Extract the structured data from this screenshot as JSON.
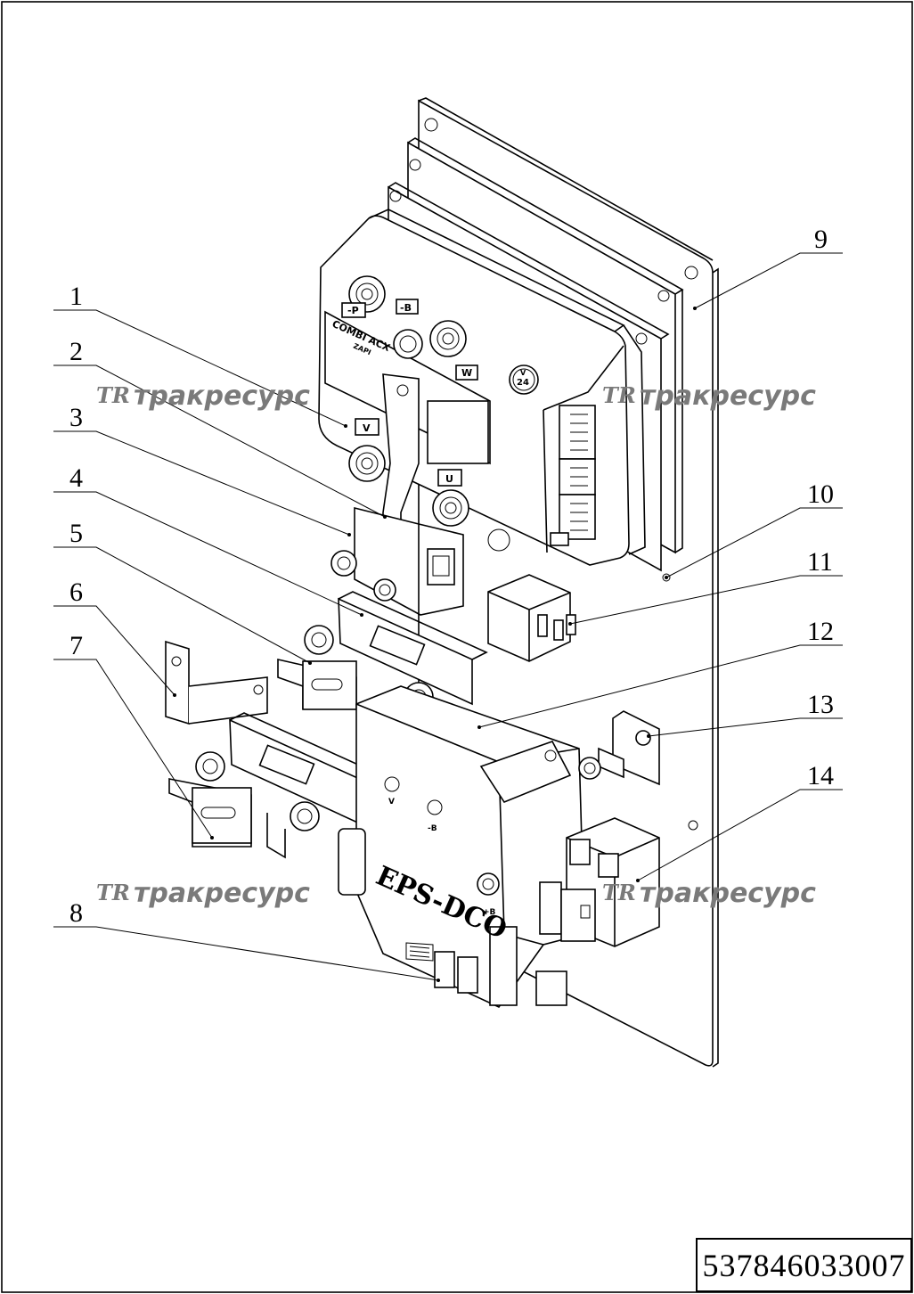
{
  "watermark": {
    "logo": "TR",
    "text": "тракресурс"
  },
  "callouts": [
    "1",
    "2",
    "3",
    "4",
    "5",
    "6",
    "7",
    "8",
    "9",
    "10",
    "11",
    "12",
    "13",
    "14"
  ],
  "labels": {
    "terminal_p": "-P",
    "terminal_b": "-B",
    "terminal_w": "W",
    "terminal_v": "V",
    "terminal_u": "U",
    "brand": "COMBI ACX",
    "zapi": "ZAPI",
    "volt_top": "V",
    "volt_mid": "24",
    "small_v": "V",
    "small_b": "-B",
    "small_plus_b": "+B",
    "eps": "EPS-DCO"
  },
  "part_number": "537846033007"
}
